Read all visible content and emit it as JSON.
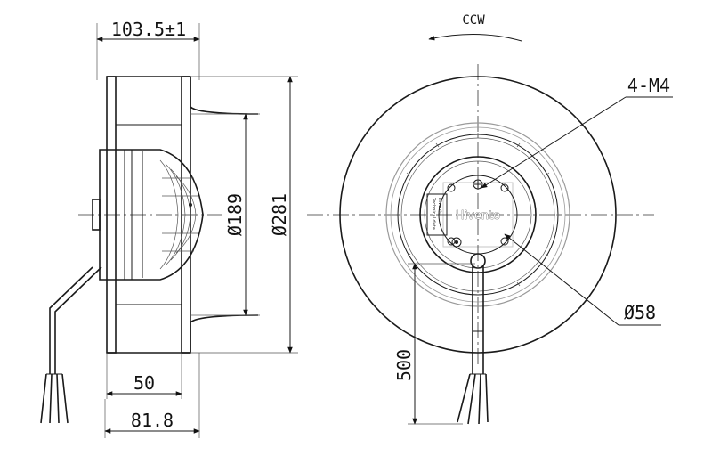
{
  "side_view": {
    "width_dim": "103.5±1",
    "inner_diameter": "Ø189",
    "outer_diameter": "Ø281",
    "depth_dim": "50",
    "total_depth_dim": "81.8"
  },
  "front_view": {
    "rotation": "CCW",
    "mount_holes": "4-M4",
    "hub_diameter": "Ø58",
    "cable_length": "500",
    "brand": "Hivento"
  }
}
